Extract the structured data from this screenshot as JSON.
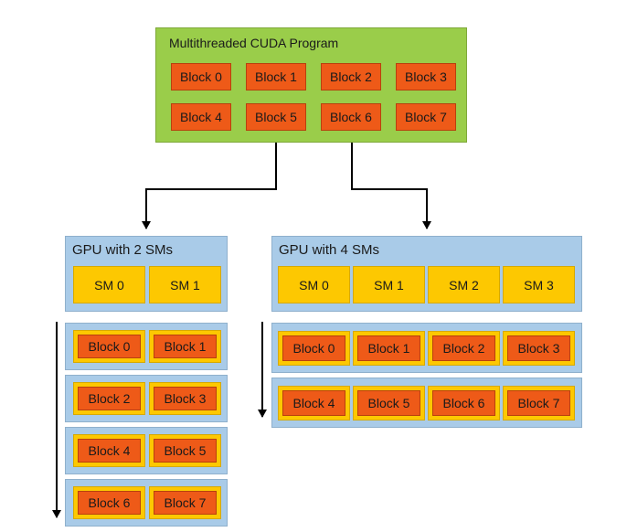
{
  "program": {
    "title": "Multithreaded CUDA Program",
    "blocks": [
      "Block 0",
      "Block 1",
      "Block 2",
      "Block 3",
      "Block 4",
      "Block 5",
      "Block 6",
      "Block 7"
    ]
  },
  "gpu2": {
    "title": "GPU with 2 SMs",
    "sms": [
      "SM 0",
      "SM 1"
    ],
    "rows": [
      [
        "Block 0",
        "Block 1"
      ],
      [
        "Block 2",
        "Block 3"
      ],
      [
        "Block 4",
        "Block 5"
      ],
      [
        "Block 6",
        "Block 7"
      ]
    ]
  },
  "gpu4": {
    "title": "GPU with 4 SMs",
    "sms": [
      "SM 0",
      "SM 1",
      "SM 2",
      "SM 3"
    ],
    "rows": [
      [
        "Block 0",
        "Block 1",
        "Block 2",
        "Block 3"
      ],
      [
        "Block 4",
        "Block 5",
        "Block 6",
        "Block 7"
      ]
    ]
  },
  "colors": {
    "program_bg": "#9acd4a",
    "block": "#ee5a18",
    "sm": "#fdc801",
    "gpu_bg": "#a9cbe8"
  }
}
